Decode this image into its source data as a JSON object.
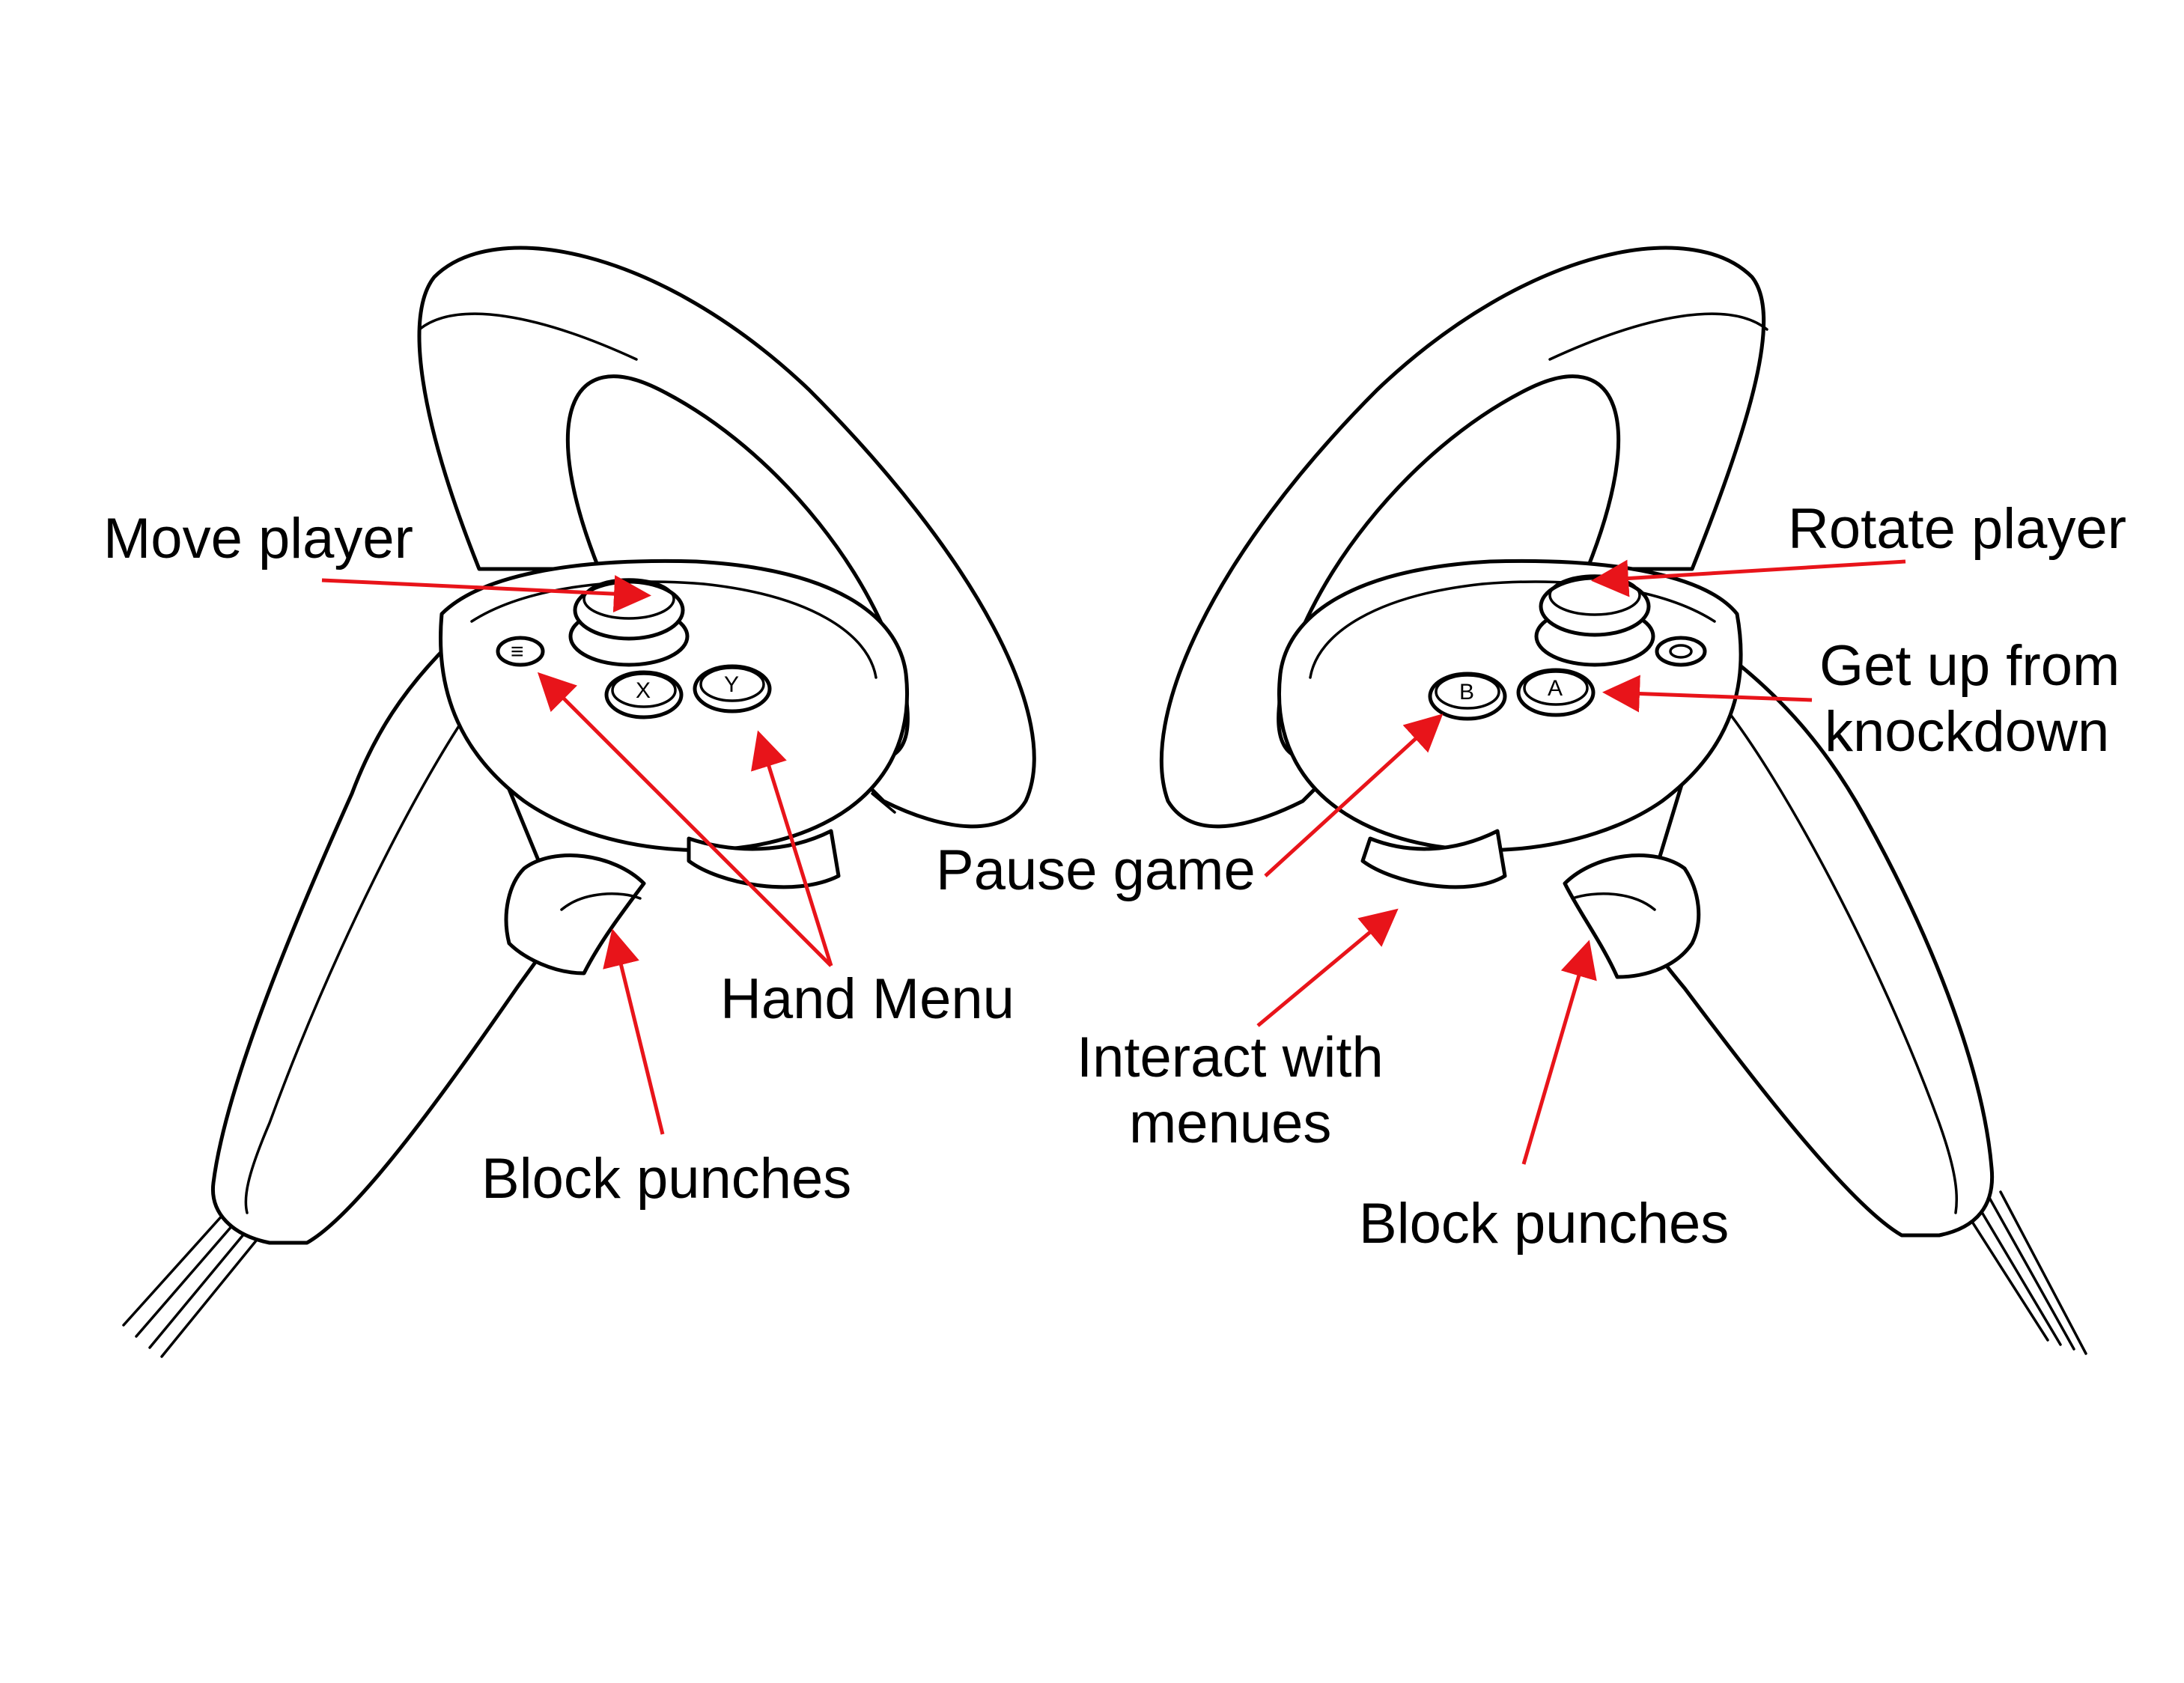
{
  "labels": {
    "move_player": "Move player",
    "hand_menu": "Hand Menu",
    "block_punches_left": "Block punches",
    "rotate_player": "Rotate player",
    "get_up_line1": "Get up from",
    "get_up_line2": "knockdown",
    "pause_game": "Pause game",
    "interact_line1": "Interact with",
    "interact_line2": "menues",
    "block_punches_right": "Block punches"
  },
  "buttons": {
    "x": "X",
    "y": "Y",
    "a": "A",
    "b": "B"
  },
  "colors": {
    "arrow": "#e8141a",
    "outline": "#000000",
    "background": "#ffffff"
  }
}
